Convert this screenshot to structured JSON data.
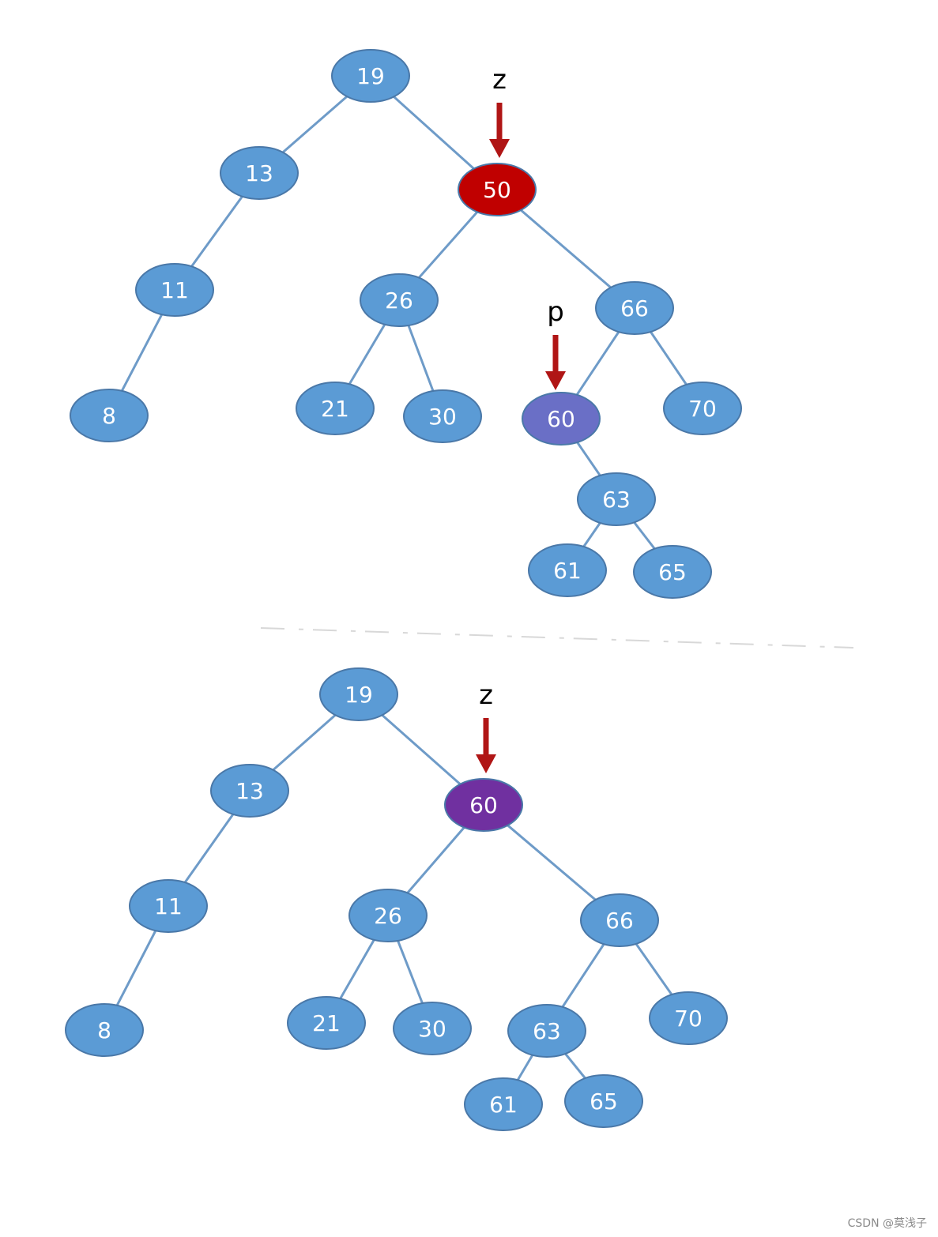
{
  "colors": {
    "node_default": "#5b9bd5",
    "edge": "#6e9bc8",
    "highlight_z_before": "#c00000",
    "highlight_p": "#6a6fc6",
    "highlight_z_after": "#7030a0",
    "arrow": "#b01515"
  },
  "watermark": "CSDN @莫浅子",
  "diagrams": [
    {
      "id": "before",
      "nodes": [
        {
          "id": "n19",
          "label": "19"
        },
        {
          "id": "n13",
          "label": "13"
        },
        {
          "id": "n50",
          "label": "50",
          "highlight": "z"
        },
        {
          "id": "n11",
          "label": "11"
        },
        {
          "id": "n26",
          "label": "26"
        },
        {
          "id": "n66",
          "label": "66"
        },
        {
          "id": "n8",
          "label": "8"
        },
        {
          "id": "n21",
          "label": "21"
        },
        {
          "id": "n30",
          "label": "30"
        },
        {
          "id": "n60",
          "label": "60",
          "highlight": "p"
        },
        {
          "id": "n70",
          "label": "70"
        },
        {
          "id": "n63",
          "label": "63"
        },
        {
          "id": "n61",
          "label": "61"
        },
        {
          "id": "n65",
          "label": "65"
        }
      ],
      "edges": [
        [
          "n19",
          "n13"
        ],
        [
          "n19",
          "n50"
        ],
        [
          "n13",
          "n11"
        ],
        [
          "n11",
          "n8"
        ],
        [
          "n50",
          "n26"
        ],
        [
          "n50",
          "n66"
        ],
        [
          "n26",
          "n21"
        ],
        [
          "n26",
          "n30"
        ],
        [
          "n66",
          "n60"
        ],
        [
          "n66",
          "n70"
        ],
        [
          "n60",
          "n63"
        ],
        [
          "n63",
          "n61"
        ],
        [
          "n63",
          "n65"
        ]
      ],
      "pointers": [
        {
          "label": "z",
          "target": "n50"
        },
        {
          "label": "p",
          "target": "n60"
        }
      ]
    },
    {
      "id": "after",
      "nodes": [
        {
          "id": "m19",
          "label": "19"
        },
        {
          "id": "m13",
          "label": "13"
        },
        {
          "id": "m60",
          "label": "60",
          "highlight": "z"
        },
        {
          "id": "m11",
          "label": "11"
        },
        {
          "id": "m26",
          "label": "26"
        },
        {
          "id": "m66",
          "label": "66"
        },
        {
          "id": "m8",
          "label": "8"
        },
        {
          "id": "m21",
          "label": "21"
        },
        {
          "id": "m30",
          "label": "30"
        },
        {
          "id": "m63",
          "label": "63"
        },
        {
          "id": "m70",
          "label": "70"
        },
        {
          "id": "m61",
          "label": "61"
        },
        {
          "id": "m65",
          "label": "65"
        }
      ],
      "edges": [
        [
          "m19",
          "m13"
        ],
        [
          "m19",
          "m60"
        ],
        [
          "m13",
          "m11"
        ],
        [
          "m11",
          "m8"
        ],
        [
          "m60",
          "m26"
        ],
        [
          "m60",
          "m66"
        ],
        [
          "m26",
          "m21"
        ],
        [
          "m26",
          "m30"
        ],
        [
          "m66",
          "m63"
        ],
        [
          "m66",
          "m70"
        ],
        [
          "m63",
          "m61"
        ],
        [
          "m63",
          "m65"
        ]
      ],
      "pointers": [
        {
          "label": "z",
          "target": "m60"
        }
      ]
    }
  ]
}
